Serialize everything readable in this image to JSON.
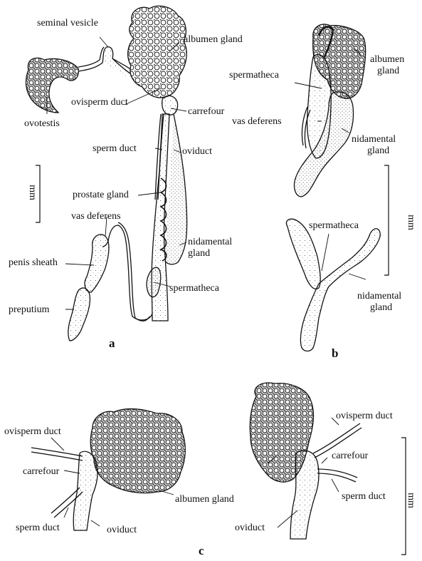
{
  "labels": {
    "a": {
      "seminal_vesicle": "seminal vesicle",
      "albumen_gland": "albumen gland",
      "ovotestis": "ovotestis",
      "ovisperm_duct": "ovisperm duct",
      "carrefour": "carrefour",
      "sperm_duct": "sperm duct",
      "oviduct": "oviduct",
      "scale": "mm",
      "prostate_gland": "prostate gland",
      "vas_deferens": "vas deferens",
      "penis_sheath": "penis sheath",
      "nidamental_gland_1": "nidamental",
      "nidamental_gland_2": "gland",
      "spermatheca": "spermatheca",
      "preputium": "preputium"
    },
    "b": {
      "spermatheca_top": "spermatheca",
      "albumen_gland_1": "albumen",
      "albumen_gland_2": "gland",
      "vas_deferens": "vas deferens",
      "nidamental_top_1": "nidamental",
      "nidamental_top_2": "gland",
      "scale": "mm",
      "spermatheca_bottom": "spermatheca",
      "nidamental_bottom_1": "nidamental",
      "nidamental_bottom_2": "gland"
    },
    "c": {
      "ovisperm_duct_left": "ovisperm duct",
      "carrefour_left": "carrefour",
      "sperm_duct_left": "sperm duct",
      "oviduct_left": "oviduct",
      "albumen_gland": "albumen gland",
      "ovisperm_duct_right": "ovisperm duct",
      "carrefour_right": "carrefour",
      "sperm_duct_right": "sperm duct",
      "oviduct_right": "oviduct",
      "scale": "mm"
    }
  },
  "panels": {
    "a": "a",
    "b": "b",
    "c": "c"
  }
}
